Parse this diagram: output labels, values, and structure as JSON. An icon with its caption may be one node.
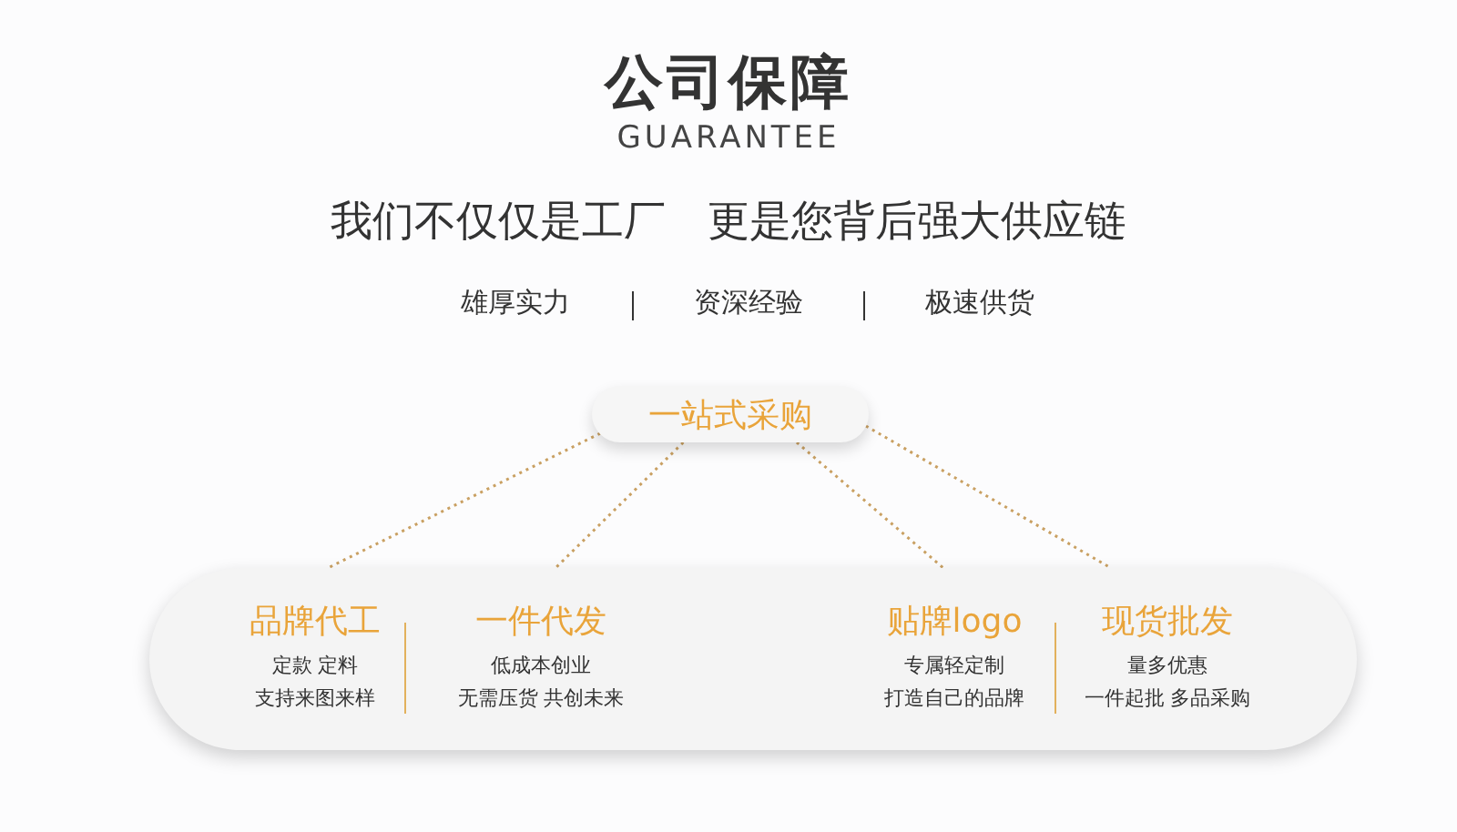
{
  "diagram": {
    "title": "公司保障",
    "nodes": [
      {
        "text": [
          "一站式采购"
        ]
      },
      {
        "text": [],
        "shape": "box"
      },
      {
        "text": [
          "品牌代工",
          "定款 定料",
          "支持来图来样"
        ],
        "in": 1
      },
      {
        "text": [
          "一件代发",
          "低成本创业",
          "无需压货 共创未来"
        ],
        "in": 1
      },
      {
        "text": [
          "贴牌logo",
          "专属轻定制",
          "打造自己的品牌"
        ],
        "in": 1
      },
      {
        "text": [
          "现货批发",
          "量多优惠",
          "一件起批 多品采购"
        ],
        "in": 1
      }
    ],
    "edges": [
      {
        "from": 0,
        "to": 2,
        "arrow": "none"
      },
      {
        "from": 0,
        "to": 3,
        "arrow": "none"
      },
      {
        "from": 0,
        "to": 4,
        "arrow": "none"
      },
      {
        "from": 0,
        "to": 5,
        "arrow": "none"
      }
    ],
    "labels": [
      "GUARANTEE",
      "我们不仅仅是工厂　更是您背后强大供应链",
      "雄厚实力",
      "资深经验",
      "极速供货"
    ]
  }
}
